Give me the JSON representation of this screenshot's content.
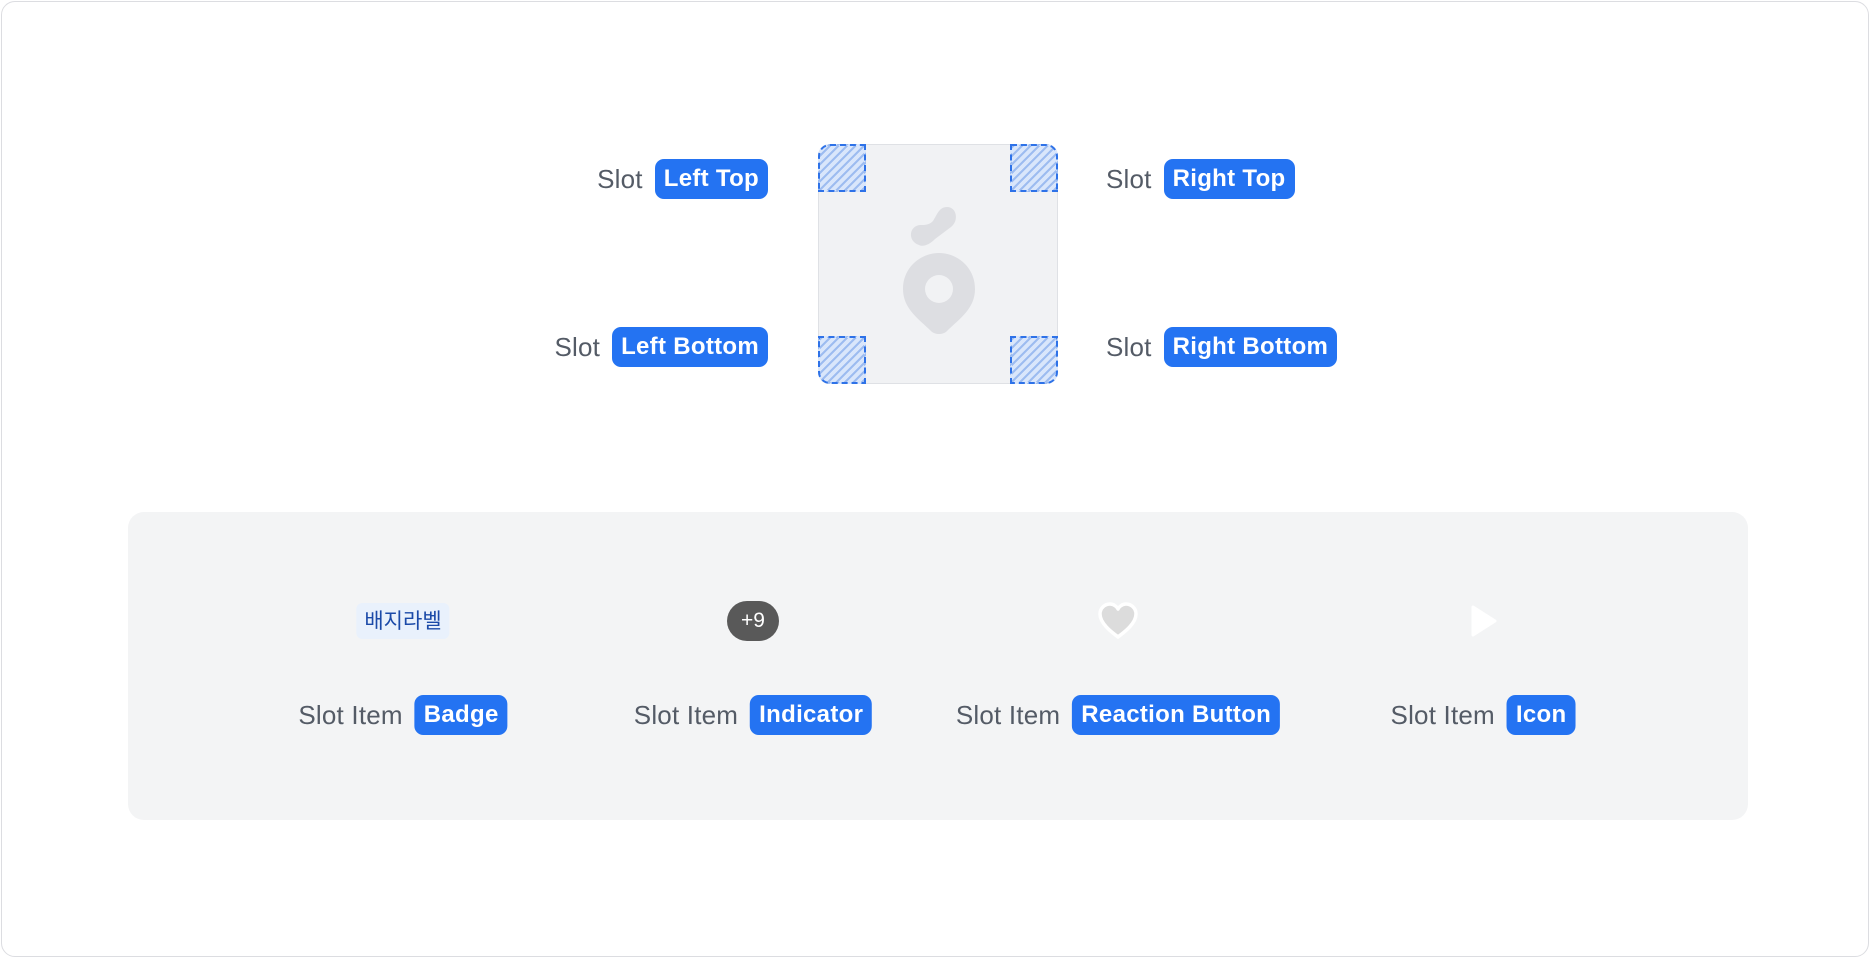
{
  "slots": {
    "word": "Slot",
    "left_top": "Left Top",
    "right_top": "Right Top",
    "left_bottom": "Left Bottom",
    "right_bottom": "Right Bottom"
  },
  "thumbnail": {
    "placeholder_icon": "logo-placeholder-icon"
  },
  "slot_items": {
    "word": "Slot Item",
    "items": [
      {
        "tag": "Badge",
        "sample_text": "배지라벨",
        "icon": ""
      },
      {
        "tag": "Indicator",
        "sample_text": "+9",
        "icon": ""
      },
      {
        "tag": "Reaction Button",
        "sample_text": "",
        "icon": "heart-icon"
      },
      {
        "tag": "Icon",
        "sample_text": "",
        "icon": "play-icon"
      }
    ]
  },
  "colors": {
    "accent": "#2473f2",
    "slot_zone": "#2e72e8",
    "panel_bg": "#f3f4f5",
    "indicator_bg": "#595959",
    "badge_bg": "#e9f1fc",
    "badge_text": "#1b4aa8"
  }
}
